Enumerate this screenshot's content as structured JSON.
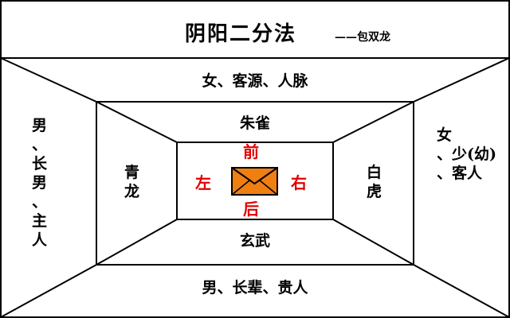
{
  "title": "阴阳二分法",
  "author": "——包双龙",
  "outer": {
    "top": "女、客源、人脉",
    "bottom": "男、长辈、贵人",
    "left": [
      "男",
      "、长男",
      "、主人"
    ],
    "right": [
      "女",
      "、少(幼)",
      "、客人"
    ]
  },
  "inner": {
    "top": "朱雀",
    "bottom": "玄武",
    "left": "青龙",
    "right": "白虎"
  },
  "center": {
    "front": "前",
    "back": "后",
    "left": "左",
    "right": "右"
  },
  "colors": {
    "envelope_fill": "#f07f12",
    "direction_text": "#e00000",
    "lines": "#000000"
  },
  "icons": {
    "center": "envelope-icon"
  }
}
